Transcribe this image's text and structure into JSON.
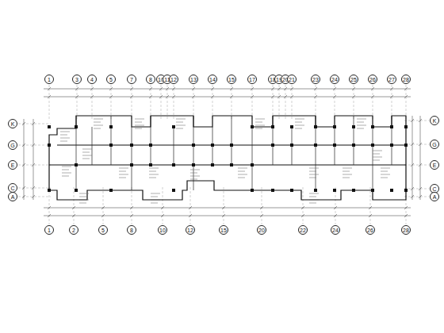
{
  "diagram": {
    "nodes": [
      {
        "text": [
          "1"
        ]
      },
      {
        "text": [
          "3"
        ]
      },
      {
        "text": [
          "4"
        ]
      },
      {
        "text": [
          "5"
        ]
      },
      {
        "text": [
          "7"
        ]
      },
      {
        "text": [
          "8"
        ]
      },
      {
        "text": [
          "10"
        ]
      },
      {
        "text": [
          "11"
        ]
      },
      {
        "text": [
          "12"
        ]
      },
      {
        "text": [
          "13"
        ]
      },
      {
        "text": [
          "14"
        ]
      },
      {
        "text": [
          "15"
        ]
      },
      {
        "text": [
          "17"
        ]
      },
      {
        "text": [
          "18"
        ]
      },
      {
        "text": [
          "19"
        ]
      },
      {
        "text": [
          "20"
        ]
      },
      {
        "text": [
          "21"
        ]
      },
      {
        "text": [
          "23"
        ]
      },
      {
        "text": [
          "24"
        ]
      },
      {
        "text": [
          "25"
        ]
      },
      {
        "text": [
          "26"
        ]
      },
      {
        "text": [
          "27"
        ]
      },
      {
        "text": [
          "28"
        ]
      },
      {
        "text": [
          "K"
        ]
      },
      {
        "text": [
          "G"
        ]
      },
      {
        "text": [
          "E"
        ]
      },
      {
        "text": [
          "C"
        ]
      },
      {
        "text": [
          "A"
        ]
      },
      {
        "text": [
          "K"
        ]
      },
      {
        "text": [
          "G"
        ]
      },
      {
        "text": [
          "E"
        ]
      },
      {
        "text": [
          "C"
        ]
      },
      {
        "text": [
          "A"
        ]
      },
      {
        "text": [
          "1"
        ]
      },
      {
        "text": [
          "2"
        ]
      },
      {
        "text": [
          "5"
        ]
      },
      {
        "text": [
          "8"
        ]
      },
      {
        "text": [
          "10"
        ]
      },
      {
        "text": [
          "12"
        ]
      },
      {
        "text": [
          "15"
        ]
      },
      {
        "text": [
          "20"
        ]
      },
      {
        "text": [
          "22"
        ]
      },
      {
        "text": [
          "24"
        ]
      },
      {
        "text": [
          "26"
        ]
      },
      {
        "text": [
          "28"
        ]
      }
    ]
  }
}
